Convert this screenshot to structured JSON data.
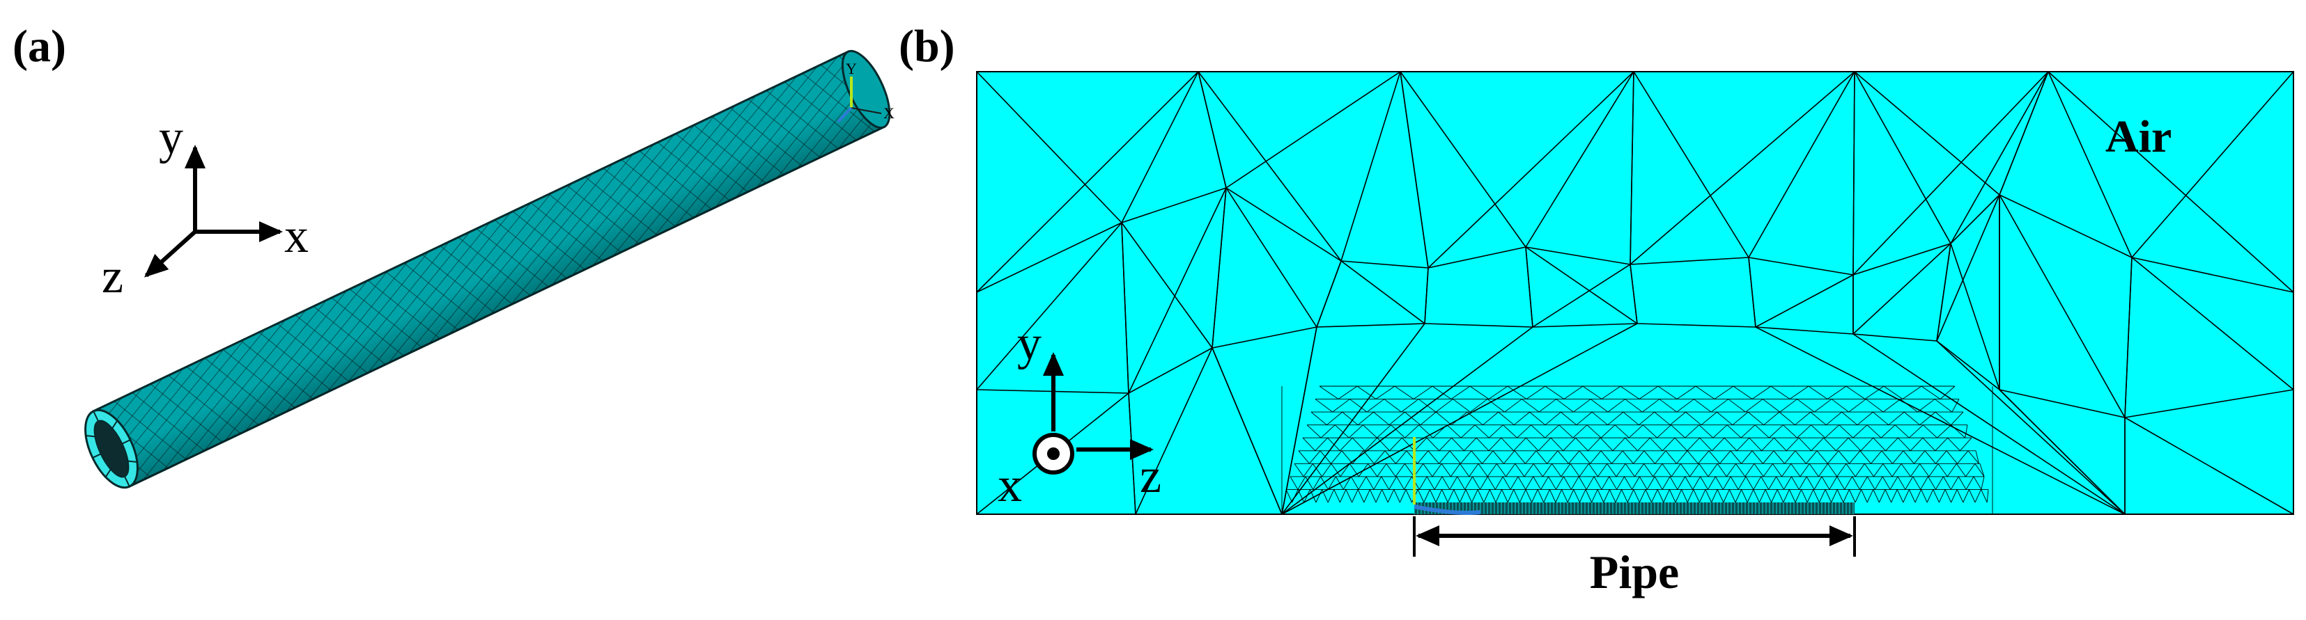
{
  "panel_a": {
    "label": "(a)",
    "axes": {
      "y": "y",
      "x": "x",
      "z": "z"
    },
    "triad_labels": {
      "y": "Y",
      "x": "X"
    }
  },
  "panel_b": {
    "label": "(b)",
    "region_label": "Air",
    "dimension_label": "Pipe",
    "axes": {
      "y": "y",
      "z": "z",
      "x": "x"
    }
  },
  "colors": {
    "mesh_fill": "#00FFFF",
    "pipe_fill": "#00A3A8",
    "pipe_end": "#36E6E6",
    "line": "#000000",
    "triad_y": "#B8E81A",
    "triad_z": "#2E7BD6"
  }
}
